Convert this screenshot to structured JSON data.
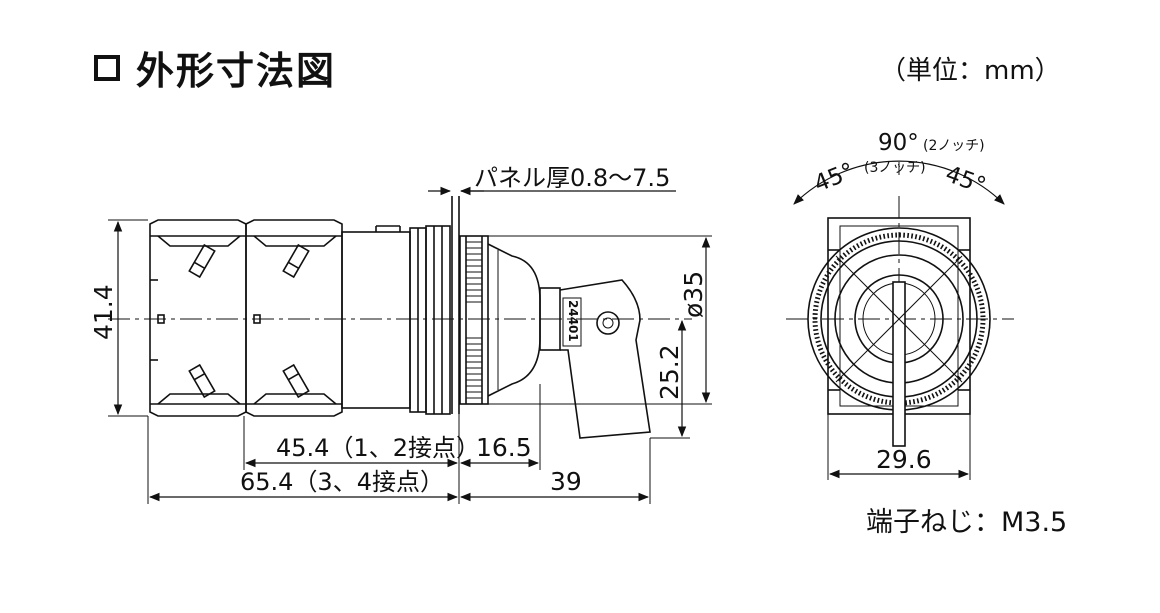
{
  "header": {
    "title": "外形寸法図",
    "unit_note": "（単位：mm）"
  },
  "side_view": {
    "panel_thickness": "パネル厚0.8〜7.5",
    "height": "41.4",
    "diameter": "ø35",
    "key_offset": "25.2",
    "len_1_2_contacts": "45.4（1、2接点）",
    "len_3_4_contacts": "65.4（3、4接点）",
    "bezel_depth": "16.5",
    "front_length": "39",
    "key_marking": "24401"
  },
  "front_view": {
    "total_angle": "90°",
    "total_angle_note": "(2ノッチ)",
    "angle_left": "45°",
    "angle_right": "45°",
    "angle_note": "(3ノッチ)",
    "width": "29.6"
  },
  "footer": {
    "terminal_screw": "端子ねじ：M3.5"
  }
}
